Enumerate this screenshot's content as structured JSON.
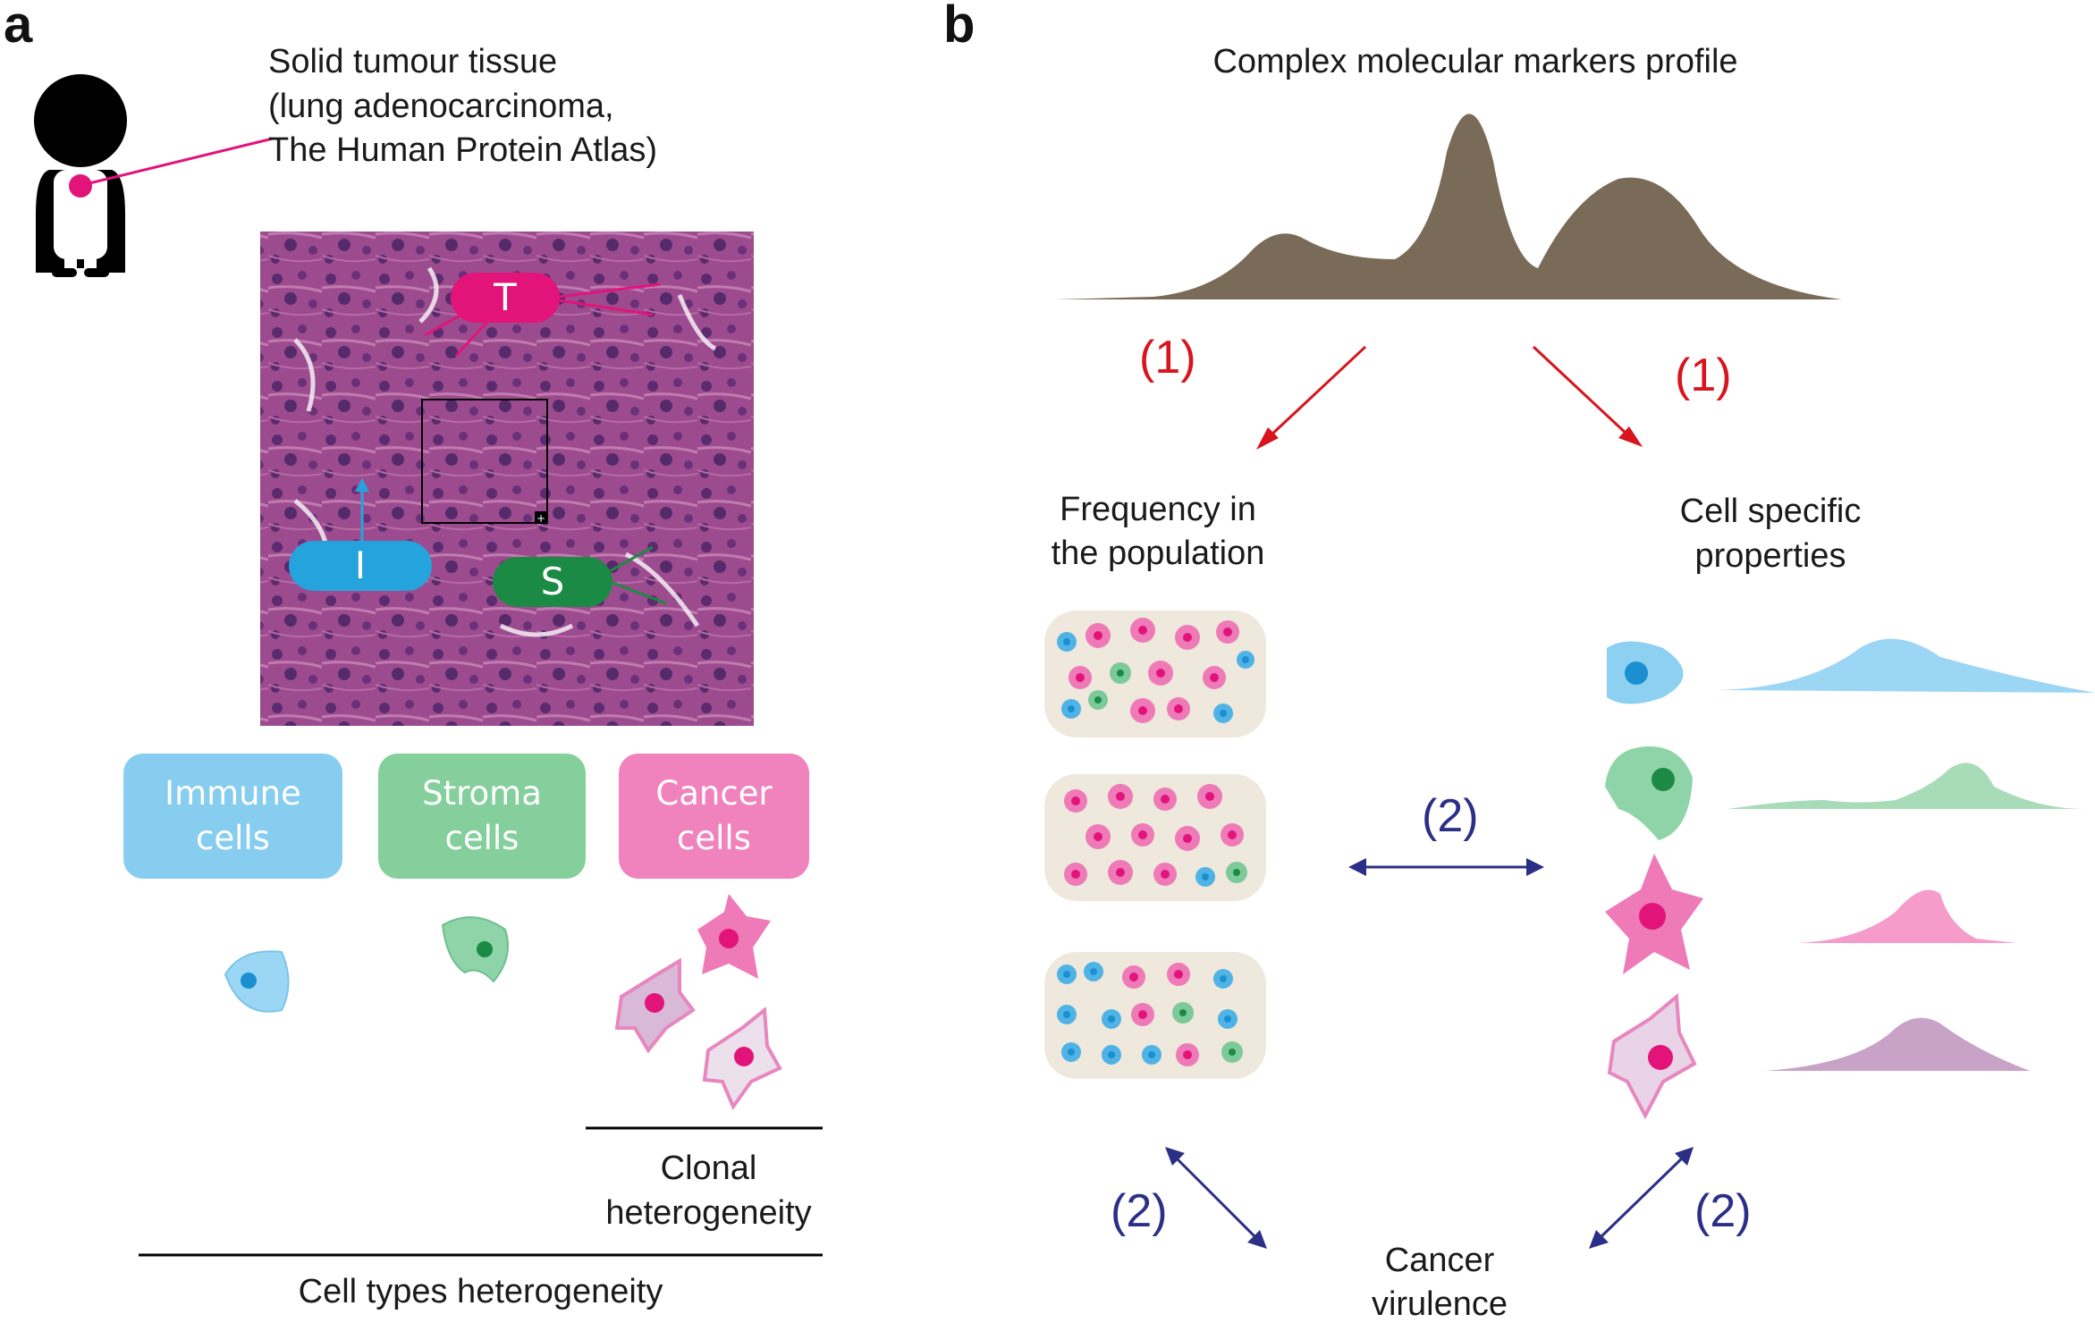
{
  "panels": {
    "a": "a",
    "b": "b"
  },
  "panel_a": {
    "title_lines": [
      "Solid tumour tissue",
      "(lung adenocarcinoma,",
      "The Human Protein Atlas)"
    ],
    "tags": {
      "T": "T",
      "I": "I",
      "S": "S"
    },
    "categories": [
      {
        "line1": "Immune",
        "line2": "cells",
        "color": "#87cdf0"
      },
      {
        "line1": "Stroma",
        "line2": "cells",
        "color": "#84cf9c"
      },
      {
        "line1": "Cancer",
        "line2": "cells",
        "color": "#f083bd"
      }
    ],
    "clonal_line1": "Clonal",
    "clonal_line2": "heterogeneity",
    "celltypes": "Cell types heterogeneity"
  },
  "panel_b": {
    "title": "Complex molecular markers profile",
    "step1_left": "(1)",
    "step1_right": "(1)",
    "freq_line1": "Frequency in",
    "freq_line2": "the population",
    "cell_line1": "Cell specific",
    "cell_line2": "properties",
    "step2_middle": "(2)",
    "step2_left": "(2)",
    "step2_right": "(2)",
    "virulence_line1": "Cancer",
    "virulence_line2": "virulence"
  },
  "colors": {
    "profile": "#7a6a58",
    "immune": "#4fb3e6",
    "immune_light": "#9bd6f4",
    "stroma": "#7cc99a",
    "stroma_dark": "#1a8a44",
    "cancer": "#e85fa8",
    "cancer_light": "#f59ccb",
    "clonal": "#c9a2c8",
    "magenta": "#e2147a",
    "red_arrow": "#d8141c",
    "navy_arrow": "#2b2f86",
    "tissue": "#a0508f"
  },
  "icons": [
    "person-icon",
    "tumour-dot-icon",
    "immune-cell-icon",
    "stroma-cell-icon",
    "cancer-cell-icon",
    "clonal-cell-icon"
  ]
}
